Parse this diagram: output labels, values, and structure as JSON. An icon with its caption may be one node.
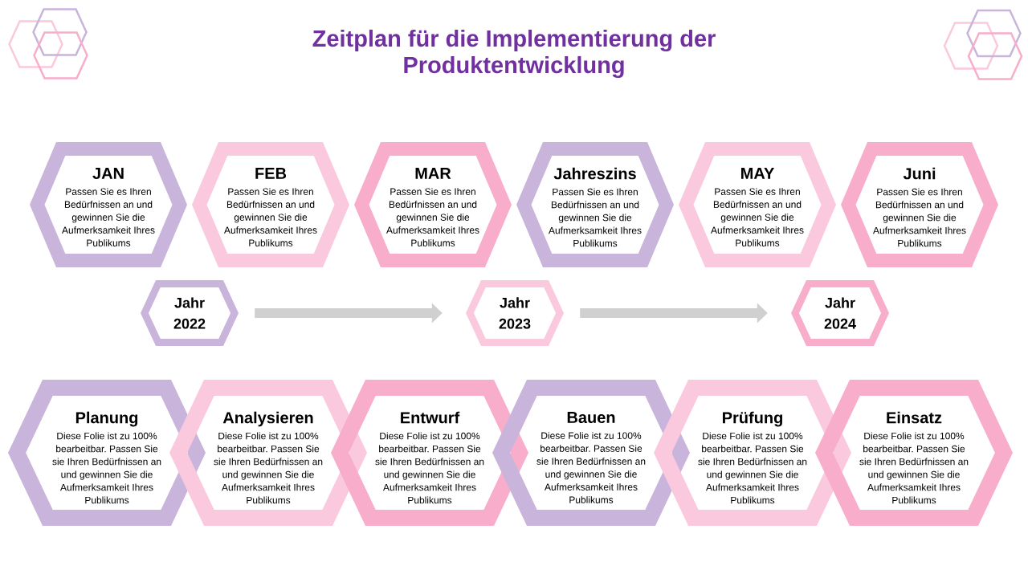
{
  "diagram": {
    "title": "Zeitplan für die Implementierung der Produktentwicklung",
    "nodes": [
      {
        "text": [
          "JAN",
          "Passen Sie es Ihren Bedürfnissen an und gewinnen Sie die Aufmerksamkeit Ihres Publikums"
        ]
      },
      {
        "text": [
          "FEB",
          "Passen Sie es Ihren Bedürfnissen an und gewinnen Sie die Aufmerksamkeit Ihres Publikums"
        ]
      },
      {
        "text": [
          "MAR",
          "Passen Sie es Ihren Bedürfnissen an und gewinnen Sie die Aufmerksamkeit Ihres Publikums"
        ]
      },
      {
        "text": [
          "Jahreszins",
          "Passen Sie es Ihren Bedürfnissen an und gewinnen Sie die Aufmerksamkeit Ihres Publikums"
        ]
      },
      {
        "text": [
          "MAY",
          "Passen Sie es Ihren Bedürfnissen an und gewinnen Sie die Aufmerksamkeit Ihres Publikums"
        ]
      },
      {
        "text": [
          "Juni",
          "Passen Sie es Ihren Bedürfnissen an und gewinnen Sie die Aufmerksamkeit Ihres Publikums"
        ]
      },
      {
        "text": [
          "Jahr 2022"
        ]
      },
      {
        "text": [
          "Jahr 2023"
        ]
      },
      {
        "text": [
          "Jahr 2024"
        ]
      },
      {
        "text": [
          "Planung",
          "Diese Folie ist zu 100% bearbeitbar. Passen Sie sie Ihren Bedürfnissen an und gewinnen Sie die Aufmerksamkeit Ihres Publikums"
        ]
      },
      {
        "text": [
          "Analysieren",
          "Diese Folie ist zu 100% bearbeitbar. Passen Sie sie Ihren Bedürfnissen an und gewinnen Sie die Aufmerksamkeit Ihres Publikums"
        ]
      },
      {
        "text": [
          "Entwurf",
          "Diese Folie ist zu 100% bearbeitbar. Passen Sie sie Ihren Bedürfnissen an und gewinnen Sie die Aufmerksamkeit Ihres Publikums"
        ]
      },
      {
        "text": [
          "Bauen",
          "Diese Folie ist zu 100% bearbeitbar. Passen Sie sie Ihren Bedürfnissen an und gewinnen Sie die Aufmerksamkeit Ihres Publikums"
        ]
      },
      {
        "text": [
          "Prüfung",
          "Diese Folie ist zu 100% bearbeitbar. Passen Sie sie Ihren Bedürfnissen an und gewinnen Sie die Aufmerksamkeit Ihres Publikums"
        ]
      },
      {
        "text": [
          "Einsatz",
          "Diese Folie ist zu 100% bearbeitbar. Passen Sie sie Ihren Bedürfnissen an und gewinnen Sie die Aufmerksamkeit Ihres Publikums"
        ]
      }
    ],
    "edges": [
      {
        "from": 6,
        "to": 7,
        "arrow": "to"
      },
      {
        "from": 7,
        "to": 8,
        "arrow": "to"
      }
    ]
  }
}
